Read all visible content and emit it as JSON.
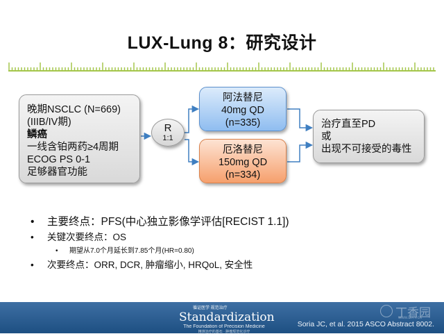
{
  "slide": {
    "title": "LUX-Lung 8：研究设计"
  },
  "diagram": {
    "population": {
      "lines": [
        "晚期NSCLC (N=669)",
        "(IIIB/IV期)",
        "鳞癌",
        "一线含铂两药≥4周期",
        "ECOG PS 0-1",
        "足够器官功能"
      ]
    },
    "randomization": {
      "label": "R",
      "ratio": "1:1"
    },
    "arm_afatinib": {
      "lines": [
        "阿法替尼",
        "40mg QD",
        "(n=335)"
      ]
    },
    "arm_erlotinib": {
      "lines": [
        "厄洛替尼",
        "150mg QD",
        "(n=334)"
      ]
    },
    "outcome": {
      "lines": [
        "治疗直至PD",
        "或",
        "出现不可接受的毒性"
      ]
    }
  },
  "bullets": [
    {
      "text": "主要终点：PFS(中心独立影像学评估[RECIST 1.1])"
    },
    {
      "text": "关键次要终点：OS"
    },
    {
      "text": "期望从7.0个月延长到7.85个月(HR=0.80)"
    },
    {
      "text": "次要终点：ORR, DCR, 肿瘤缩小, HRQoL, 安全性"
    }
  ],
  "footer": {
    "logo_top": "循证医学  规范治疗",
    "logo_word": "Standardization",
    "logo_sub": "The Foundation of Precision Medicine",
    "logo_sub2": "精准治疗的基石 · 肿瘤规范化诊疗",
    "citation": "Soria JC, et al. 2015 ASCO Abstract 8002.",
    "watermark": "丁香园",
    "watermark_url": "www.DXY.cn"
  },
  "colors": {
    "ruler": "#a4c64a",
    "footer": "#2b5d90",
    "arrow": "#3f7fc1",
    "blue_box": "#8fbdf0",
    "orange_box": "#f6a06d"
  }
}
